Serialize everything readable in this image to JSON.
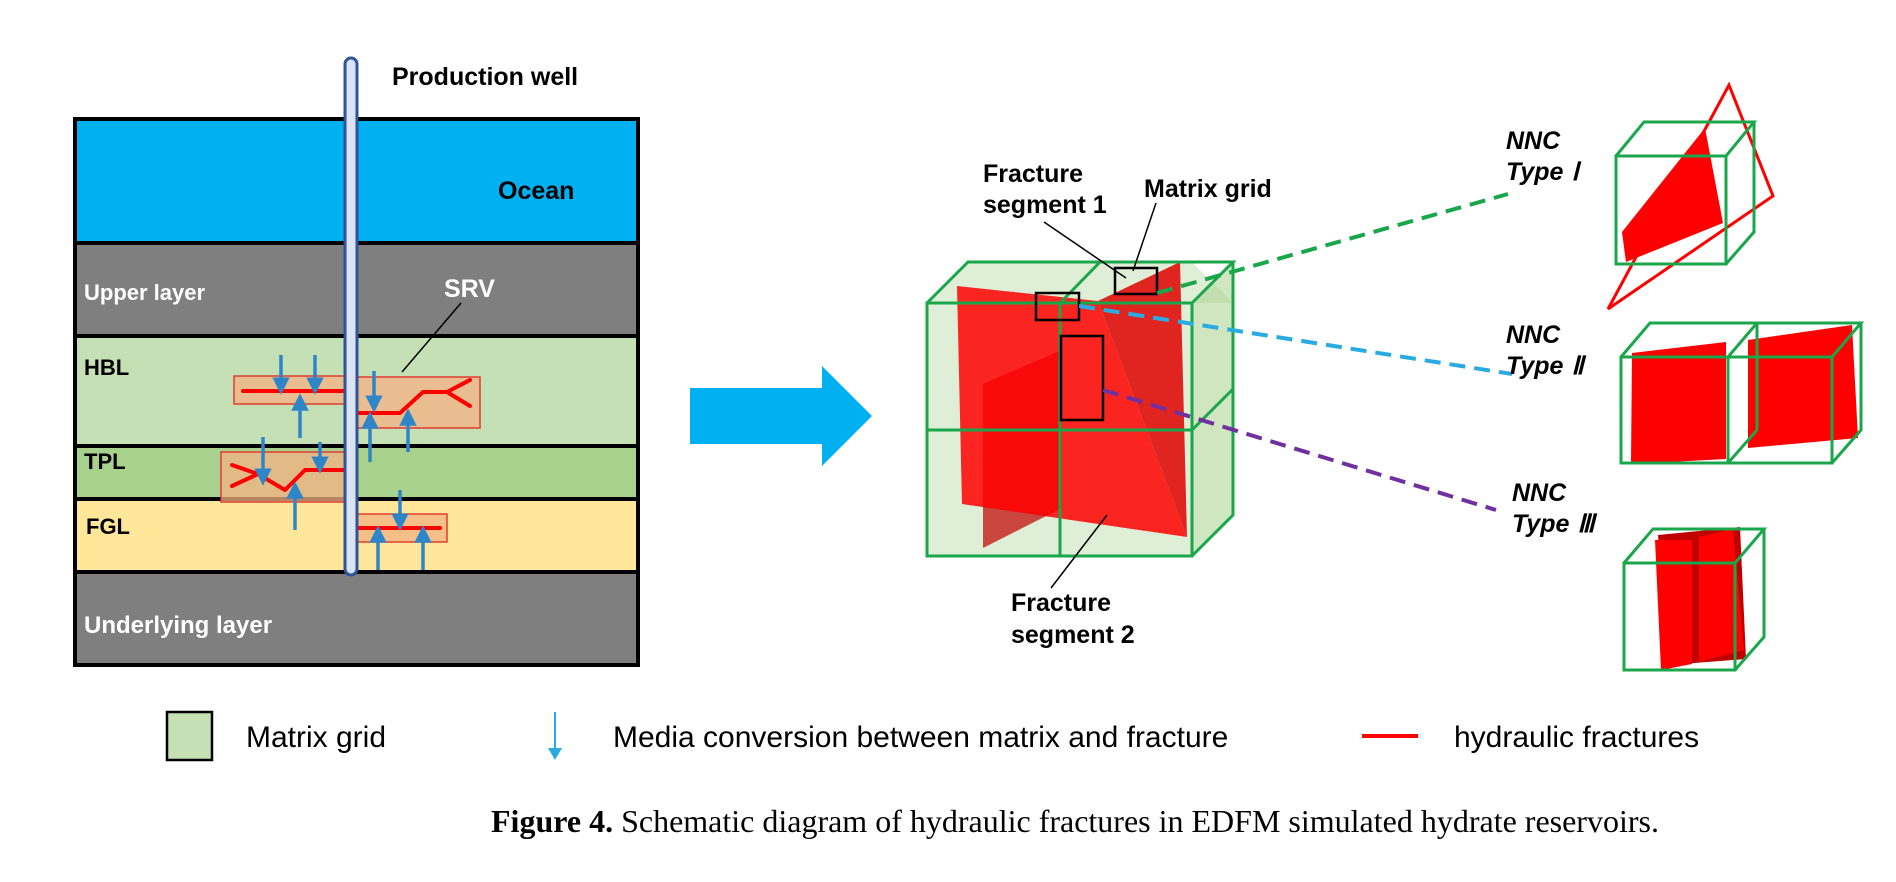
{
  "left_panel": {
    "well_label": "Production well",
    "layers": {
      "ocean": "Ocean",
      "upper": "Upper layer",
      "hbl": "HBL",
      "tpl": "TPL",
      "fgl": "FGL",
      "underlying": "Underlying layer"
    },
    "srv_label": "SRV"
  },
  "right_panel": {
    "fracture_segment_1": [
      "Fracture",
      "segment 1"
    ],
    "matrix_grid_label": "Matrix grid",
    "fracture_segment_2": [
      "Fracture",
      "segment 2"
    ],
    "nnc_types": [
      {
        "line1": "NNC",
        "line2": "Type",
        "numeral": "Ⅰ",
        "connector_color": "#1aa64a"
      },
      {
        "line1": "NNC",
        "line2": "Type",
        "numeral": "Ⅱ",
        "connector_color": "#29abe2"
      },
      {
        "line1": "NNC",
        "line2": "Type",
        "numeral": "Ⅲ",
        "connector_color": "#7030a0"
      }
    ]
  },
  "legend": {
    "matrix_grid": "Matrix grid",
    "media_conversion": "Media conversion between matrix and fracture",
    "hydraulic_fractures": "hydraulic fractures"
  },
  "caption": {
    "label": "Figure 4.",
    "text": " Schematic diagram of hydraulic fractures in EDFM simulated hydrate reservoirs."
  },
  "colors": {
    "ocean": "#00b0f0",
    "grey_layer": "#7f7f7f",
    "hbl": "#c5e0b4",
    "tpl": "#a9d18e",
    "fgl": "#ffe699",
    "fracture_red": "#ff0000",
    "arrow_blue": "#00b0f0",
    "grid_green": "#1aa64a"
  }
}
